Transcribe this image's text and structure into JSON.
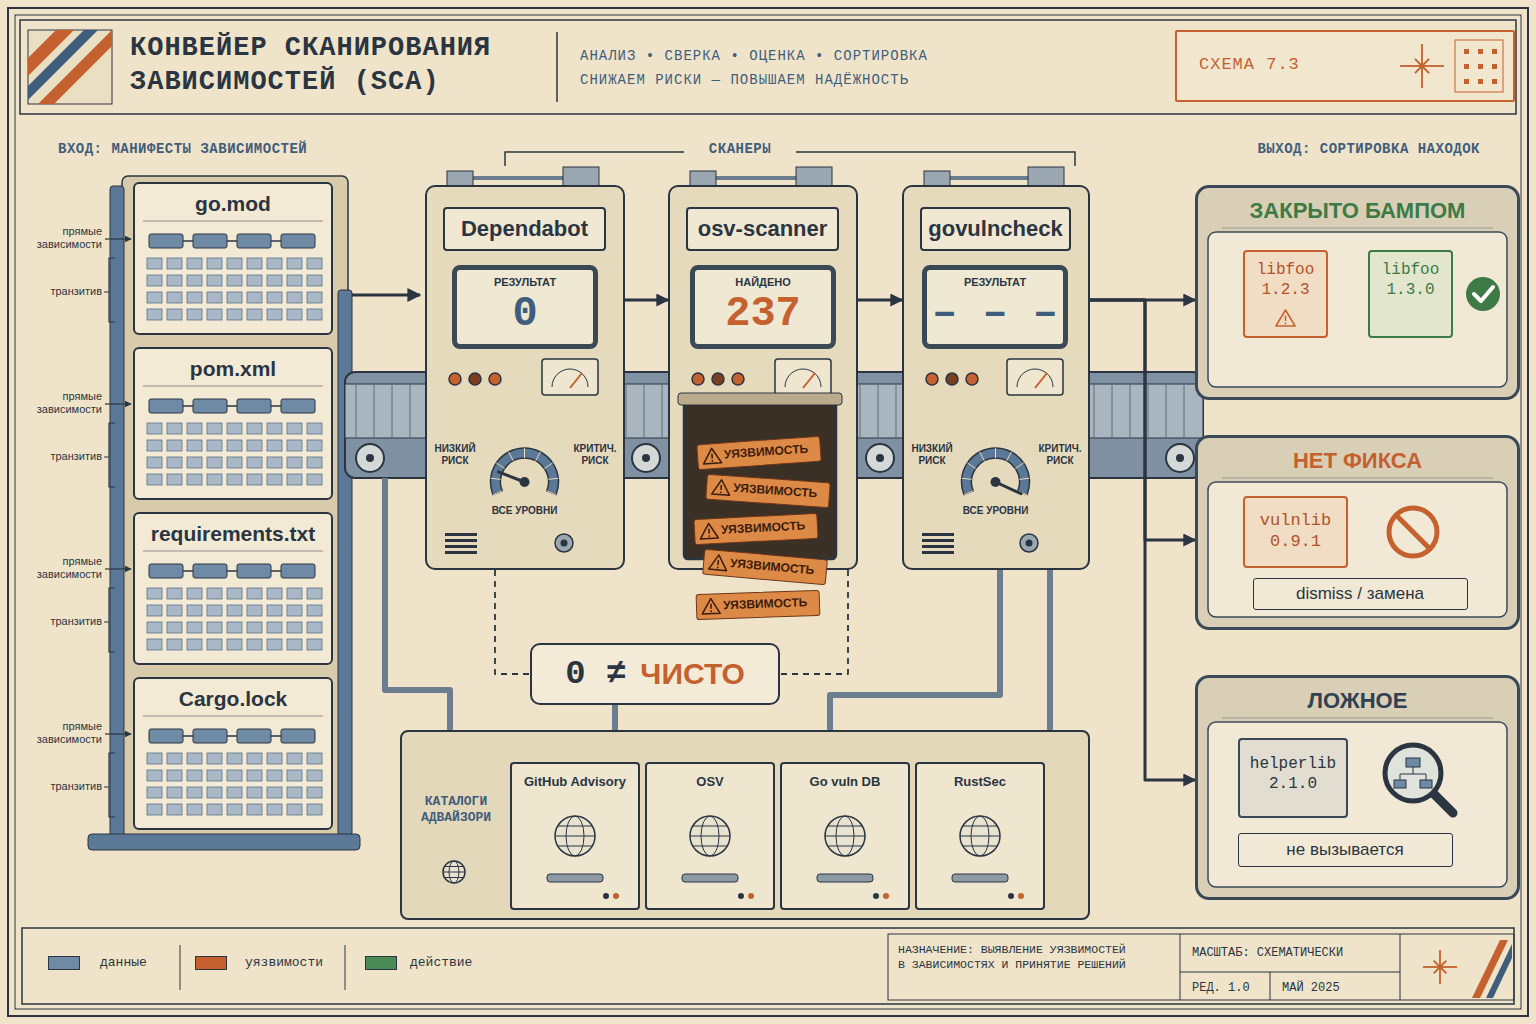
{
  "diagram": {
    "title": "КОНВЕЙЕР СКАНИРОВАНИЯ ЗАВИСИМОСТЕЙ (SCA)",
    "nodes": [
      {
        "text": [
          "СХЕМА 7.3"
        ]
      },
      {
        "text": [
          "go.mod"
        ]
      },
      {
        "text": [
          "pom.xml"
        ]
      },
      {
        "text": [
          "requirements.txt"
        ]
      },
      {
        "text": [
          "Cargo.lock"
        ]
      },
      {
        "text": [
          "Dependabot",
          "НИЗКИЙ РИСК",
          "КРИТИЧ. РИСК",
          "ВСЕ УРОВНИ"
        ]
      },
      {
        "text": [
          "РЕЗУЛЬТАТ",
          "0"
        ],
        "in": 5
      },
      {
        "text": [
          "osv-scanner"
        ]
      },
      {
        "text": [
          "НАЙДЕНО",
          "237"
        ],
        "in": 7
      },
      {
        "text": [
          "govulncheck",
          "НИЗКИЙ РИСК",
          "КРИТИЧ. РИСК",
          "ВСЕ УРОВНИ"
        ]
      },
      {
        "text": [
          "РЕЗУЛЬТАТ",
          "– – –"
        ],
        "in": 9
      },
      {
        "text": [
          "УЯЗВИМОСТЬ"
        ]
      },
      {
        "text": [
          "УЯЗВИМОСТЬ"
        ]
      },
      {
        "text": [
          "УЯЗВИМОСТЬ"
        ]
      },
      {
        "text": [
          "УЯЗВИМОСТЬ"
        ]
      },
      {
        "text": [
          "УЯЗВИМОСТЬ"
        ]
      },
      {
        "text": [
          "0 ≠",
          "ЧИСТО"
        ]
      },
      {
        "text": [
          "КАТАЛОГИ АДВАЙЗОРИ"
        ]
      },
      {
        "text": [
          "GitHub Advisory"
        ],
        "in": 17
      },
      {
        "text": [
          "OSV"
        ],
        "in": 17
      },
      {
        "text": [
          "Go vuln DB"
        ],
        "in": 17
      },
      {
        "text": [
          "RustSec"
        ],
        "in": 17
      },
      {
        "text": [
          "ЗАКРЫТО БАМПОМ"
        ]
      },
      {
        "text": [
          "libfoo 1.2.3"
        ],
        "in": 22
      },
      {
        "text": [
          "libfoo 1.3.0"
        ],
        "in": 22
      },
      {
        "text": [
          "НЕТ ФИКСА"
        ]
      },
      {
        "text": [
          "vulnlib 0.9.1"
        ],
        "in": 25
      },
      {
        "text": [
          "dismiss / замена"
        ],
        "in": 25
      },
      {
        "text": [
          "ЛОЖНОЕ"
        ]
      },
      {
        "text": [
          "helperlib 2.1.0"
        ],
        "in": 28
      },
      {
        "text": [
          "не вызывается"
        ],
        "in": 28
      }
    ],
    "edges": [
      {
        "from": 5,
        "to": 7,
        "arrow": "to"
      },
      {
        "from": 7,
        "to": 9,
        "arrow": "to"
      },
      {
        "from": 9,
        "to": 22,
        "arrow": "to"
      },
      {
        "from": 9,
        "to": 25,
        "arrow": "to"
      },
      {
        "from": 9,
        "to": 28,
        "arrow": "to"
      },
      {
        "from": 5,
        "to": 16,
        "arrow": "none"
      },
      {
        "from": 7,
        "to": 16,
        "arrow": "none"
      },
      {
        "from": 16,
        "to": 17,
        "arrow": "none"
      },
      {
        "from": 9,
        "to": 17,
        "arrow": "none"
      },
      {
        "from": 23,
        "to": 24,
        "arrow": "to"
      }
    ],
    "labels": [
      "АНАЛИЗ • СВЕРКА • ОЦЕНКА • СОРТИРОВКА",
      "СНИЖАЕМ РИСКИ — ПОВЫШАЕМ НАДЁЖНОСТЬ",
      "ВХОД: МАНИФЕСТЫ ЗАВИСИМОСТЕЙ",
      "СКАНЕРЫ",
      "ВЫХОД: СОРТИРОВКА НАХОДОК",
      "прямые зависимости",
      "транзитив",
      "прямые зависимости",
      "транзитив",
      "прямые зависимости",
      "транзитив",
      "прямые зависимости",
      "транзитив",
      "НАЗНАЧЕНИЕ: ВЫЯВЛЕНИЕ УЯЗВИМОСТЕЙ В ЗАВИСИМОСТЯХ И ПРИНЯТИЕ РЕШЕНИЙ",
      "МАСШТАБ: СХЕМАТИЧЕСКИ",
      "РЕД. 1.0",
      "МАЙ 2025"
    ],
    "legend": [
      {
        "text": "данные",
        "color": "#6f8aa5"
      },
      {
        "text": "уязвимости",
        "color": "#c4612f"
      },
      {
        "text": "действие",
        "color": "#4a8a57"
      }
    ]
  }
}
